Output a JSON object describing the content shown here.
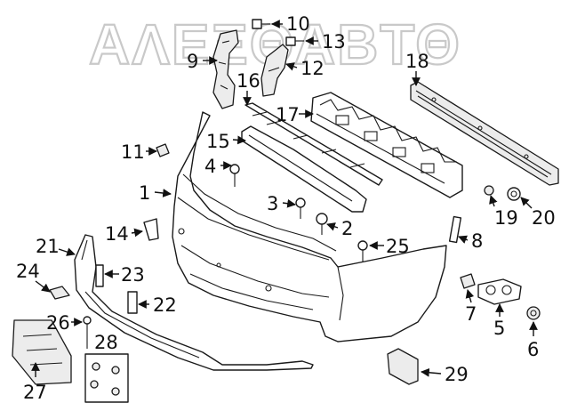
{
  "watermark": {
    "text": "ΑΛΕΞΘΑΒΤΘ"
  },
  "callouts": {
    "c1": "1",
    "c2": "2",
    "c3": "3",
    "c4": "4",
    "c5": "5",
    "c6": "6",
    "c7": "7",
    "c8": "8",
    "c9": "9",
    "c10": "10",
    "c11": "11",
    "c12": "12",
    "c13": "13",
    "c14": "14",
    "c15": "15",
    "c16": "16",
    "c17": "17",
    "c18": "18",
    "c19": "19",
    "c20": "20",
    "c21": "21",
    "c22": "22",
    "c23": "23",
    "c24": "24",
    "c25": "25",
    "c26": "26",
    "c27": "27",
    "c28": "28",
    "c29": "29"
  },
  "colors": {
    "line": "#1a1a1a",
    "watermark": "#c9c9c9",
    "background": "#ffffff"
  }
}
